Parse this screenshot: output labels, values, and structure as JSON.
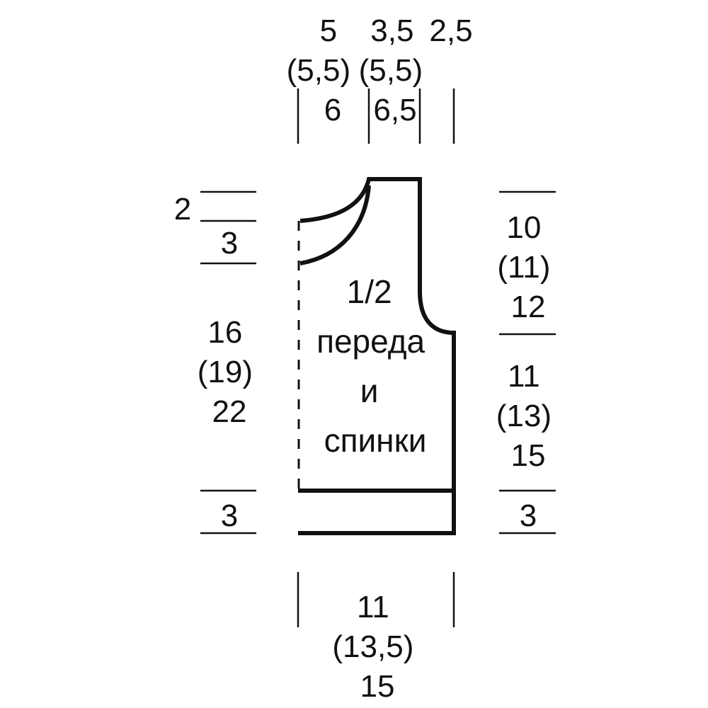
{
  "piece_label": [
    "1/2",
    "переда",
    "и",
    "спинки"
  ],
  "top_dimensions": {
    "neck": [
      "5",
      "(5,5)",
      "6"
    ],
    "shoulder": [
      "3,5",
      "(5,5)",
      "6,5"
    ],
    "armhole_width": [
      "2,5"
    ]
  },
  "left_dimensions": {
    "back_neck_depth": [
      "2"
    ],
    "front_neck_depth": [
      "3"
    ],
    "body_length": [
      "16",
      "(19)",
      "22"
    ],
    "hem": [
      "3"
    ]
  },
  "right_dimensions": {
    "armhole_height": [
      "10",
      "(11)",
      "12"
    ],
    "side_length": [
      "11",
      "(13)",
      "15"
    ],
    "hem": [
      "3"
    ]
  },
  "bottom_dimensions": {
    "half_width": [
      "11",
      "(13,5)",
      "15"
    ]
  }
}
